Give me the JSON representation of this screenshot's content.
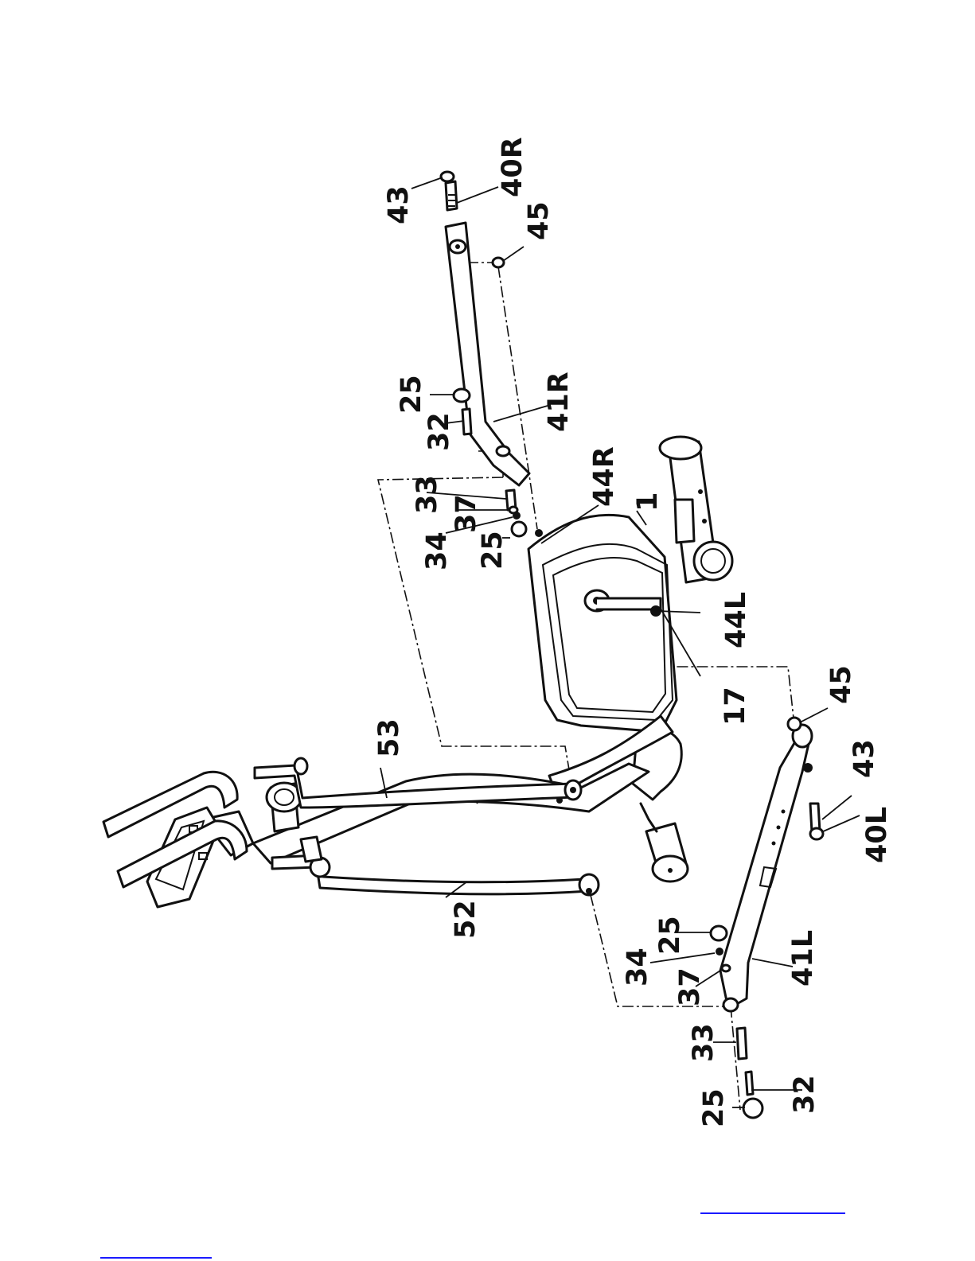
{
  "labels": {
    "p43_top": "43",
    "p40R": "40R",
    "p45_top": "45",
    "p25_a": "25",
    "p32_a": "32",
    "p41R": "41R",
    "p33_a": "33",
    "p37_a": "37",
    "p44R": "44R",
    "p1": "1",
    "p34_a": "34",
    "p25_b": "25",
    "p44L": "44L",
    "p17": "17",
    "p45_bot": "45",
    "p53": "53",
    "p43_bot": "43",
    "p40L": "40L",
    "p52": "52",
    "p25_c": "25",
    "p34_b": "34",
    "p37_b": "37",
    "p41L": "41L",
    "p33_b": "33",
    "p32_b": "32",
    "p25_d": "25"
  },
  "colors": {
    "line": "#111111",
    "link": "#1a1aff",
    "background": "#ffffff"
  }
}
